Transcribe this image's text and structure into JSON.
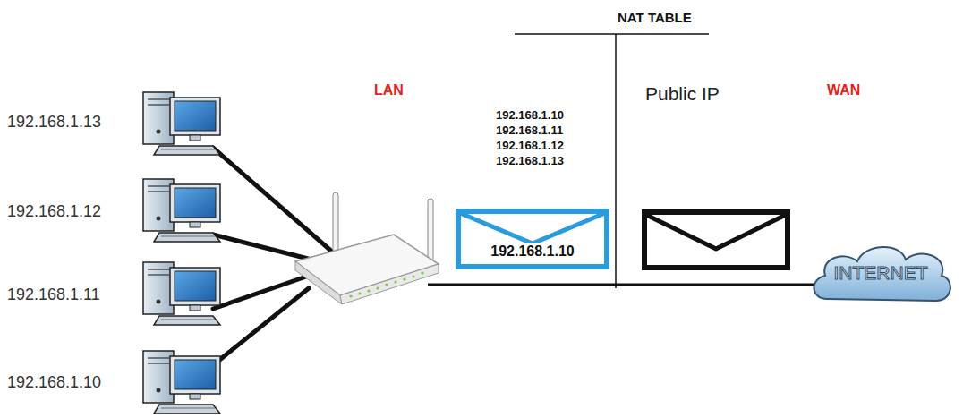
{
  "diagram": {
    "nodes": [
      {
        "text": [
          "192.168.1.10"
        ]
      },
      {
        "text": [
          "INTERNET"
        ]
      }
    ],
    "labels": [
      "192.168.1.13",
      "192.168.1.12",
      "192.168.1.11",
      "192.168.1.10",
      "LAN",
      "NAT TABLE",
      "192.168.1.10",
      "192.168.1.11",
      "192.168.1.12",
      "192.168.1.13",
      "Public IP",
      "WAN"
    ]
  }
}
